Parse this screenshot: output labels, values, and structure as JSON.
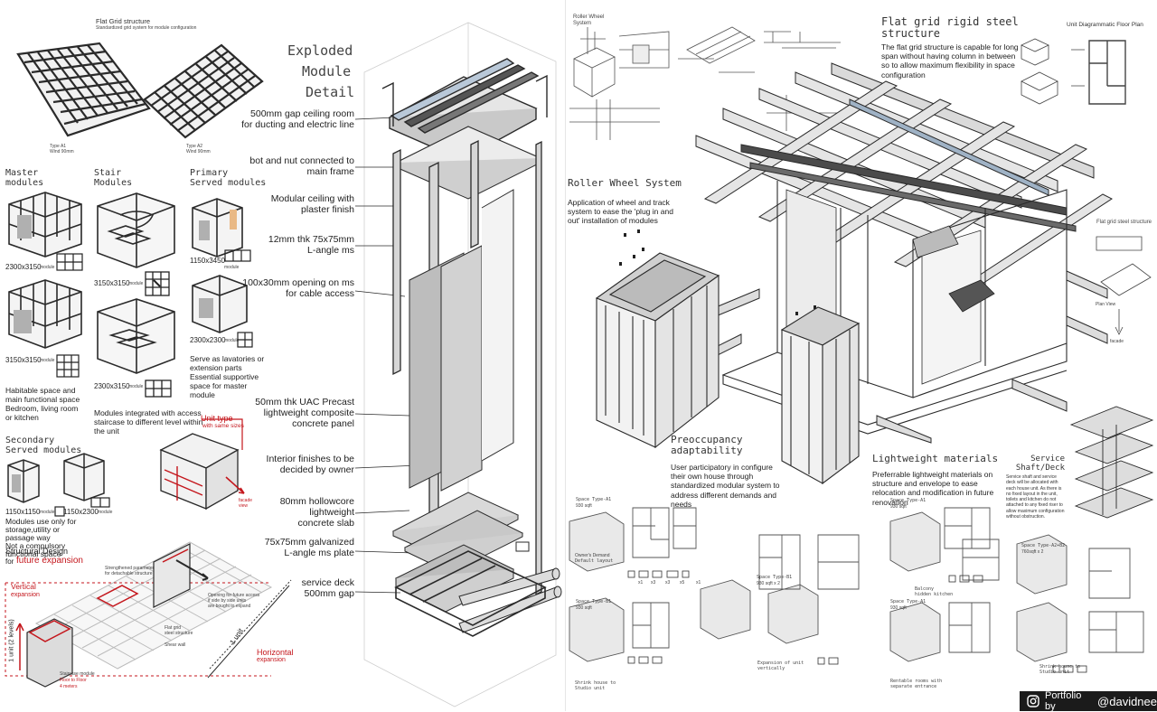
{
  "left": {
    "flat_grid_title": "Flat Grid structure",
    "flat_grid_subtitle": "Standardized grid system for module configuration",
    "type_a1": "Type A1",
    "type_a1_note": "Wind 90mm",
    "type_a2": "Type A2",
    "type_a2_note": "Wind 90mm",
    "master_heading": [
      "Master",
      "modules"
    ],
    "stair_heading": [
      "Stair",
      "Modules"
    ],
    "primary_heading": [
      "Primary",
      "Served modules"
    ],
    "secondary_heading": [
      "Secondary",
      "Served modules"
    ],
    "size_2300x3150": "2300x3150",
    "size_3150x3150": "3150x3150",
    "size_3150x3150_stair": "3150x3150",
    "size_2300x3150_stair": "2300x3150",
    "size_1150x3450": "1150x3450",
    "size_2300x2300": "2300x2300",
    "size_1150x1150": "1150x1150",
    "size_1150x2300": "1150x2300",
    "module_word": "module",
    "master_desc": [
      "Habitable space and",
      "main functional space",
      "Bedroom, living room",
      "or kitchen"
    ],
    "stair_desc": [
      "Modules integrated with access",
      "staircase to different level within",
      "the unit"
    ],
    "primary_desc": [
      "Serve as lavatories or",
      "extension parts",
      "Essential supportive",
      "space for master",
      "module"
    ],
    "secondary_desc": [
      "Modules use only for",
      "storage,utility or",
      "passage way",
      "Not a compulsory",
      "functional space"
    ],
    "unit_type": "Unit type",
    "unit_type_sub": "with same sizes",
    "facade_view": [
      "facade",
      "view"
    ],
    "structural_title": "Structural Design",
    "structural_for": "for",
    "structural_future": "future expansion",
    "vertical_exp": [
      "Vertical",
      "expansion"
    ],
    "horizontal_exp": [
      "Horizontal",
      "expansion"
    ],
    "strengthened": [
      "Strengthened parameter",
      "for detachable structure"
    ],
    "opening_future": [
      "Opening for future access",
      "if side by side units",
      "are bought to expand"
    ],
    "flat_grid_steel": [
      "Flat grid",
      "steel structure"
    ],
    "shear_wall": "Shear wall",
    "staircase_module": [
      "Staircase module",
      "Floor to Floor",
      "4 meters"
    ],
    "unit_label": "1 unit",
    "vertical_unit_label": "1 unit (2 levels)"
  },
  "center": {
    "title": [
      "Exploded",
      "Module",
      "Detail"
    ],
    "callouts": [
      [
        "500mm gap ceiling room",
        "for ducting and electric line"
      ],
      [
        "bot and nut connected to",
        "main frame"
      ],
      [
        "Modular ceiling with",
        "plaster finish"
      ],
      [
        "12mm thk 75x75mm",
        "L-angle ms"
      ],
      [
        "100x30mm opening on ms",
        "for cable access"
      ],
      [
        "50mm thk UAC Precast",
        "lightweight composite",
        "concrete panel"
      ],
      [
        "Interior finishes to be",
        "decided by owner"
      ],
      [
        "80mm hollowcore",
        "lightweight",
        "concrete slab"
      ],
      [
        "75x75mm galvanized",
        "L-angle ms plate"
      ],
      [
        "service deck",
        "500mm gap"
      ]
    ]
  },
  "right": {
    "roller_small": [
      "Roller Wheel",
      "System"
    ],
    "flat_grid_heading": [
      "Flat grid rigid steel",
      "structure"
    ],
    "flat_grid_desc": "The flat grid structure is capable for long span without having column in between so to allow maximum flexibility in space configuration",
    "unit_floor_plan": "Unit Diagrammatic Floor Plan",
    "flat_grid_steel_structure": "Flat grid steel structure",
    "plan_view": "Plan View",
    "facade": "facade",
    "roller_heading": "Roller Wheel System",
    "roller_desc": "Application of wheel and track system to ease the 'plug in and out' installation of modules",
    "preocc_heading": [
      "Preoccupancy",
      "adaptability"
    ],
    "preocc_desc": "User participatory in configure their own house through standardized modular system to address different demands and needs",
    "lightweight_heading": "Lightweight materials",
    "lightweight_desc": "Preferrable lightweight materials on structure and envelope to ease relocation and modification in future renovation",
    "service_heading": [
      "Service",
      "Shaft/Deck"
    ],
    "service_desc": "Service shaft and service deck will be allocated with each house unit. As there is no fixed layout in the unit, toilets and kitchen do not attached to any fixed riser to allow maximum configuration without obstruction.",
    "space_types": [
      {
        "label": "Space Type-A1",
        "area": "930 sqft",
        "caption": "Default layout"
      },
      {
        "label": "Space Type-B1",
        "area": "930 sqft",
        "caption": [
          "Shrink house to",
          "Studio unit"
        ]
      },
      {
        "label": "Space Type-B1",
        "area": "930 sqft x 2",
        "caption": [
          "Expansion of unit",
          "vertically"
        ]
      },
      {
        "label": "Space Type-A1",
        "area": "930 sqft",
        "caption": [
          "Balcony",
          "hidden kitchen"
        ]
      },
      {
        "label": "Space Type-A1",
        "area": "930 sqft",
        "caption": [
          "Rentable rooms with",
          "separate entrance"
        ]
      },
      {
        "label": "Space Type-A2+B2",
        "area": "760sqft x 2",
        "caption": ""
      },
      {
        "label": "",
        "area": "",
        "caption": [
          "Shrink house to",
          "Studio unit"
        ]
      }
    ],
    "module_codes": [
      "x1",
      "x3",
      "x3",
      "x5",
      "x1"
    ],
    "owner_tag": "Owner's Demand"
  },
  "footer": {
    "prefix": "Portfolio by",
    "handle": "@davidnee"
  },
  "colors": {
    "accent_red": "#c4161c",
    "line": "#2a2a2a",
    "panel": "#cfcfcf",
    "footer_bg": "#1b1b1b"
  }
}
